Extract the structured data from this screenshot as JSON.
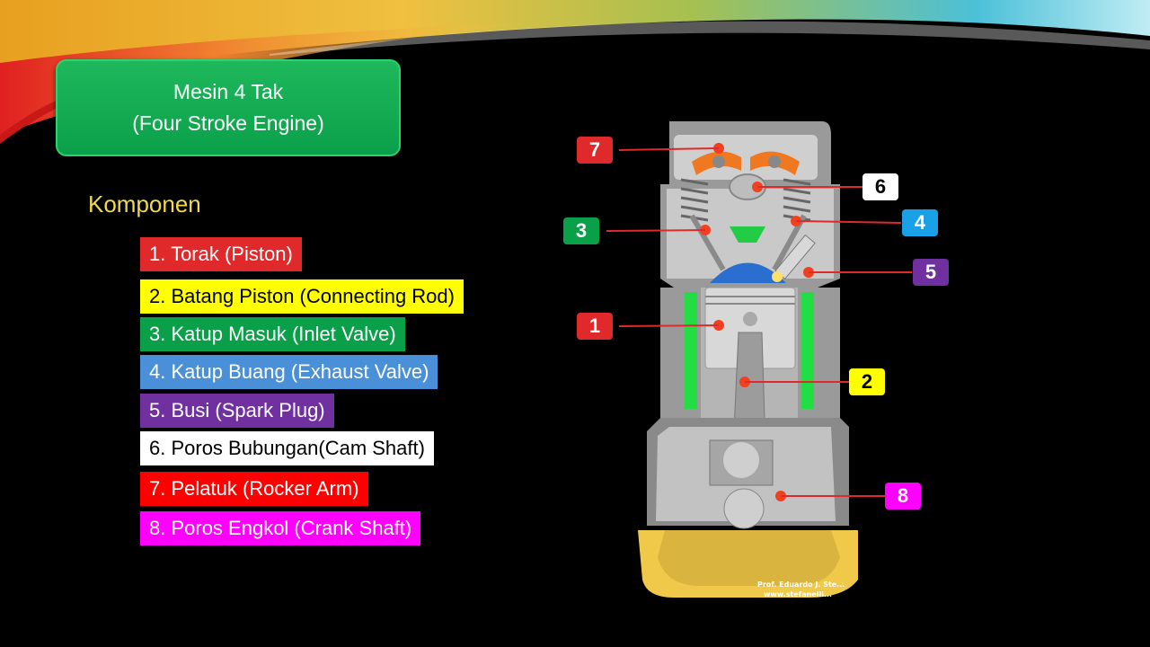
{
  "slide": {
    "title_line1": "Mesin 4 Tak",
    "title_line2": "(Four Stroke Engine)",
    "heading": "Komponen"
  },
  "components": [
    {
      "label": "1. Torak (Piston)",
      "bg": "#e0292a",
      "fg": "#ffffff"
    },
    {
      "label": "2. Batang Piston (Connecting Rod)",
      "bg": "#ffff00",
      "fg": "#000000"
    },
    {
      "label": "3. Katup Masuk (Inlet Valve)",
      "bg": "#0aa04a",
      "fg": "#ffffff"
    },
    {
      "label": "4. Katup Buang (Exhaust Valve)",
      "bg": "#4a90d9",
      "fg": "#ffffff"
    },
    {
      "label": "5. Busi (Spark Plug)",
      "bg": "#7030a0",
      "fg": "#ffffff"
    },
    {
      "label": "6. Poros Bubungan(Cam Shaft)",
      "bg": "#ffffff",
      "fg": "#000000"
    },
    {
      "label": "7. Pelatuk (Rocker Arm)",
      "bg": "#ff0000",
      "fg": "#ffffff"
    },
    {
      "label": "8. Poros Engkol (Crank Shaft)",
      "bg": "#ff00ff",
      "fg": "#ffffff"
    }
  ],
  "badges": [
    {
      "num": "7",
      "bg": "#e0292a",
      "fg": "#ffffff"
    },
    {
      "num": "6",
      "bg": "#ffffff",
      "fg": "#000000"
    },
    {
      "num": "3",
      "bg": "#0aa04a",
      "fg": "#ffffff"
    },
    {
      "num": "4",
      "bg": "#1aa0e6",
      "fg": "#ffffff"
    },
    {
      "num": "5",
      "bg": "#7030a0",
      "fg": "#ffffff"
    },
    {
      "num": "1",
      "bg": "#e0292a",
      "fg": "#ffffff"
    },
    {
      "num": "2",
      "bg": "#ffff00",
      "fg": "#000000"
    },
    {
      "num": "8",
      "bg": "#ff00ff",
      "fg": "#ffffff"
    }
  ],
  "credit": {
    "line1": "Prof. Eduardo J. Ste...",
    "line2": "www.stefanelli..."
  }
}
